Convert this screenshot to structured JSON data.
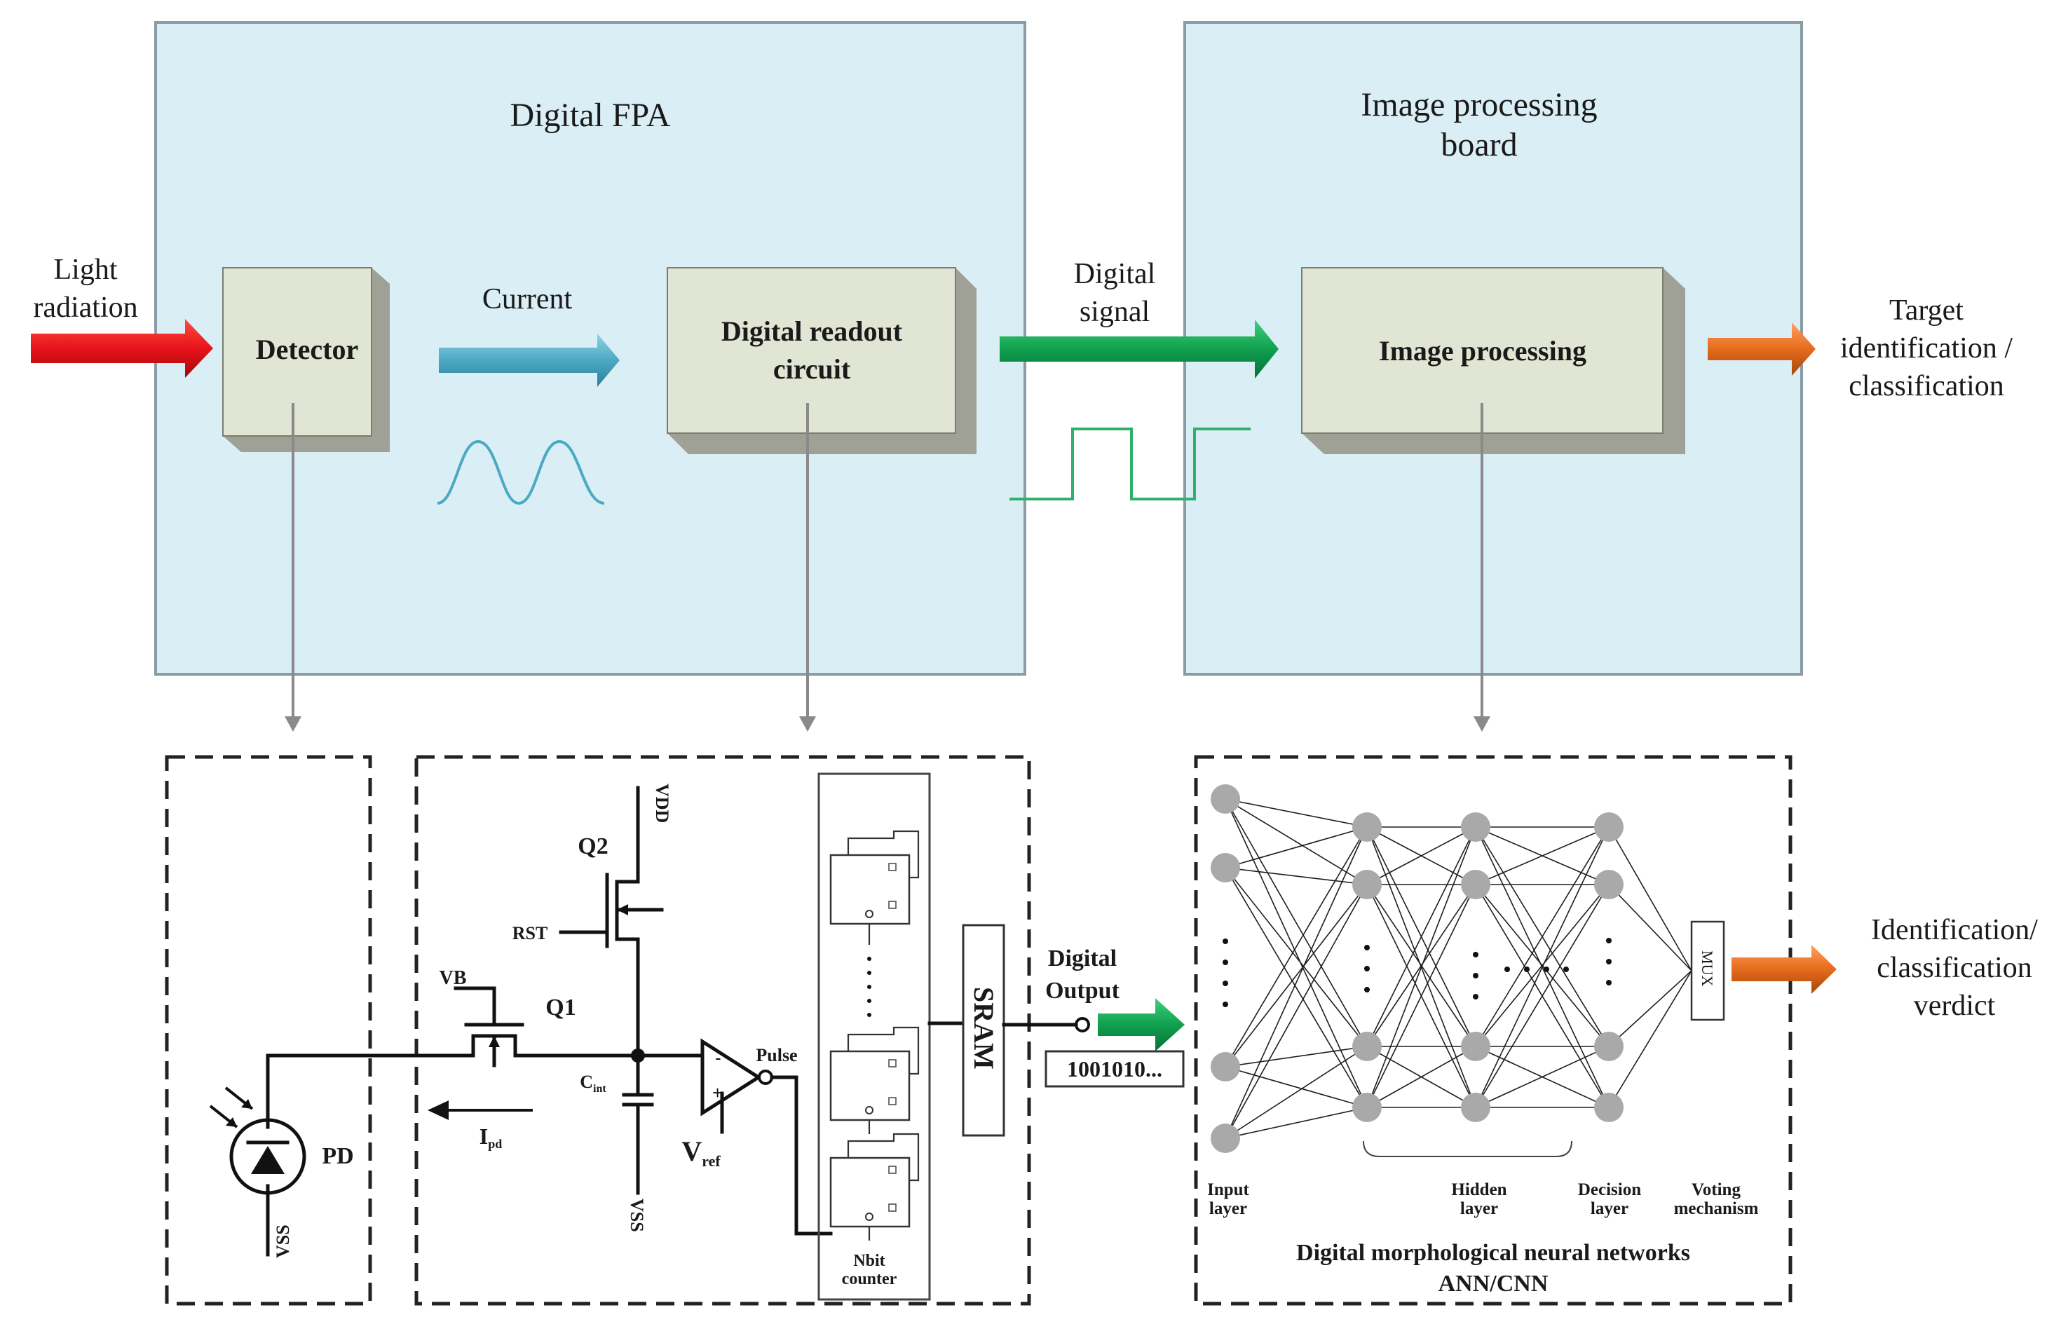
{
  "blocks": {
    "fpa_title": "Digital FPA",
    "board_title_line1": "Image processing",
    "board_title_line2": "board",
    "detector": "Detector",
    "readout_line1": "Digital readout",
    "readout_line2": "circuit",
    "image_processing": "Image processing"
  },
  "arrows": {
    "light_line1": "Light",
    "light_line2": "radiation",
    "current": "Current",
    "digital_signal_line1": "Digital",
    "digital_signal_line2": "signal",
    "target_line1": "Target",
    "target_line2": "identification /",
    "target_line3": "classification",
    "verdict_line1": "Identification/",
    "verdict_line2": "classification",
    "verdict_line3": "verdict"
  },
  "circuit": {
    "vdd": "VDD",
    "q2": "Q2",
    "rst": "RST",
    "vb": "VB",
    "q1": "Q1",
    "c_main": "C",
    "c_sub": "int",
    "i_main": "I",
    "i_sub": "pd",
    "vss_mid": "VSS",
    "vss_pd": "VSS",
    "pd": "PD",
    "v_main": "V",
    "v_sub": "ref",
    "pulse": "Pulse",
    "sram": "SRAM",
    "counter_line1": "Nbit",
    "counter_line2": "counter",
    "digital_output_line1": "Digital",
    "digital_output_line2": "Output",
    "bitstream": "1001010..."
  },
  "network": {
    "input_line1": "Input",
    "input_line2": "layer",
    "hidden_line1": "Hidden",
    "hidden_line2": "layer",
    "decision_line1": "Decision",
    "decision_line2": "layer",
    "voting_line1": "Voting",
    "voting_line2": "mechanism",
    "mux": "MUX",
    "caption_line1": "Digital morphological neural networks",
    "caption_line2": "ANN/CNN"
  },
  "colors": {
    "panel_fill": "#daeef5",
    "panel_stroke": "#8a9ba4",
    "block_front": "#e1e5d3",
    "block_side": "#9fa196",
    "block_top": "#c9cbbd",
    "light_arrow": "#e8131b",
    "current_arrow": "#4ba9c3",
    "signal_arrow": "#10a04e",
    "output_arrow": "#e66b1c",
    "waveform_current": "#4ba9c3",
    "waveform_digital": "#2fb06b",
    "neuron": "#a9a9a9"
  }
}
